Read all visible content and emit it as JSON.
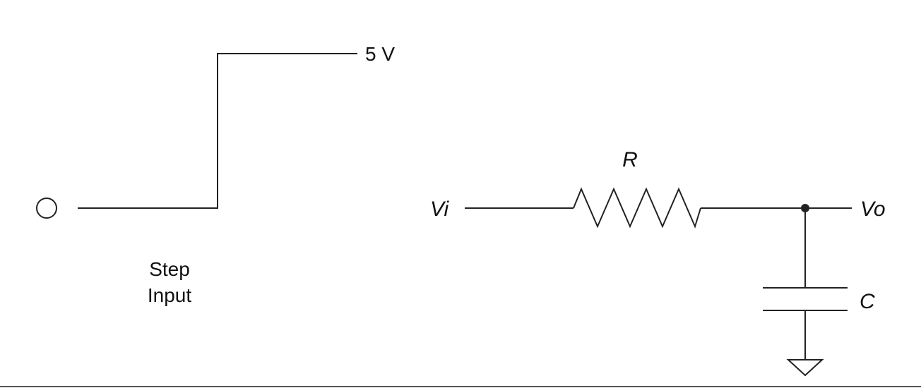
{
  "step_input": {
    "level_label": "5 V",
    "caption_line1": "Step",
    "caption_line2": "Input"
  },
  "rc_circuit": {
    "input_label": "Vi",
    "resistor_label": "R",
    "output_label": "Vo",
    "capacitor_label": "C"
  },
  "colors": {
    "line": "#222222",
    "text": "#111111",
    "background": "#ffffff"
  }
}
